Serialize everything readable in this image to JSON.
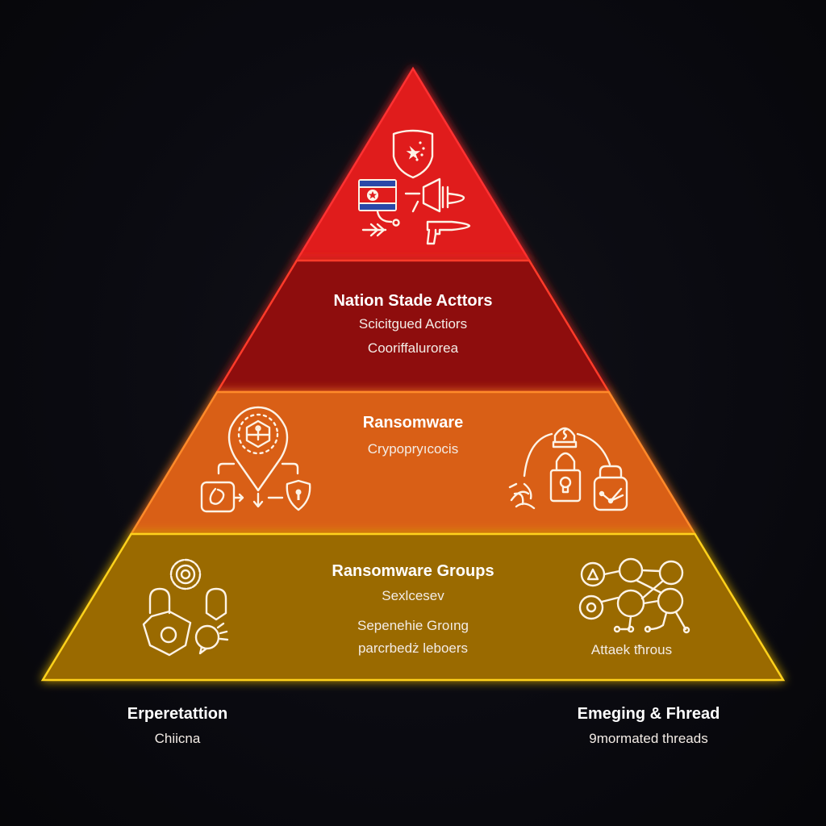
{
  "tiers": [
    {
      "id": "apex",
      "color": "#e01c1c",
      "glow": "#ff3030",
      "icons": [
        "china-shield-icon",
        "north-korea-flag-icon",
        "megaphone-plug-icon",
        "gun-icon",
        "arrow-icon"
      ]
    },
    {
      "id": "nation-state",
      "color": "#8e0e0e",
      "glow": "#ff3a2a",
      "title": "Nation Stade Acttors",
      "lines": [
        "Scicitgued Actiors",
        "Cooriffalurorea"
      ]
    },
    {
      "id": "ransomware",
      "color": "#d95e14",
      "glow": "#ff8a2a",
      "title": "Ransomware",
      "lines": [
        "Crypopryıcocis"
      ],
      "icons": [
        "location-pin-network-icon",
        "ransom-lock-cycle-icon"
      ]
    },
    {
      "id": "ransomware-groups",
      "color": "#9a6a06",
      "glow": "#ffd21a",
      "title": "Ransomware Groups",
      "lines": [
        "Sexlcesev",
        "Sepenehie Groıng",
        "parcrbedż leboers"
      ],
      "icons": [
        "gear-locks-icon",
        "attack-network-icon"
      ],
      "icon_caption": "Attaek tħrous"
    }
  ],
  "footer": {
    "left": {
      "title": "Erperetattion",
      "subtitle": "Chiicna"
    },
    "right": {
      "title": "Emeging & Fhread",
      "subtitle": "9mormated threads"
    }
  }
}
